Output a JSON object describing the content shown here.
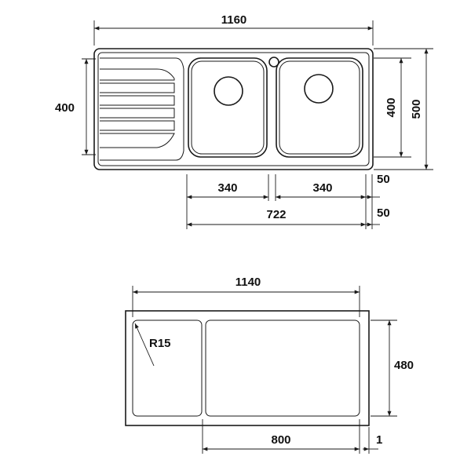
{
  "top_view": {
    "overall_width": "1160",
    "drainer_height": "400",
    "bowl_height": "400",
    "overall_depth": "500",
    "bowl_left_width": "340",
    "bowl_right_width": "340",
    "bowls_total_width": "722",
    "edge_offset_upper": "50",
    "edge_offset_lower": "50"
  },
  "cutout_view": {
    "cutout_width": "1140",
    "corner_radius": "R15",
    "cutout_depth": "480",
    "offset_width": "800",
    "offset_small": "1"
  },
  "colors": {
    "line": "#1a1a1a",
    "background": "#ffffff"
  }
}
